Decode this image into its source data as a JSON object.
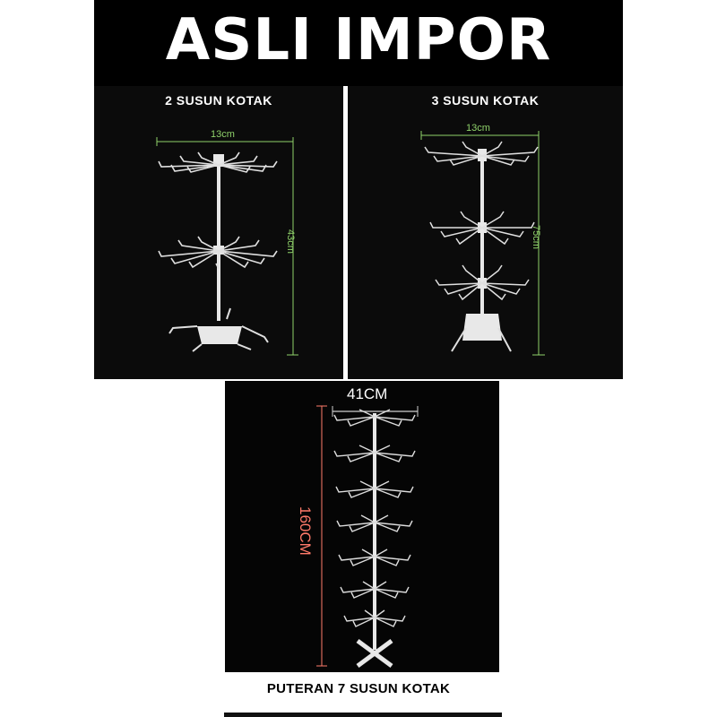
{
  "banner": {
    "title": "ASLI IMPOR"
  },
  "panels": [
    {
      "label": "2 SUSUN KOTAK",
      "width_label": "13cm",
      "height_label": "43cm"
    },
    {
      "label": "3 SUSUN KOTAK",
      "width_label": "13cm",
      "height_label": "75cm"
    },
    {
      "label": "PUTERAN 7 SUSUN KOTAK",
      "width_label": "41CM",
      "height_label": "160CM"
    }
  ],
  "colors": {
    "background": "#000000",
    "dimension_green": "#8fd16a",
    "dimension_red": "#ff7a6a",
    "rack": "#e8e8e8"
  }
}
